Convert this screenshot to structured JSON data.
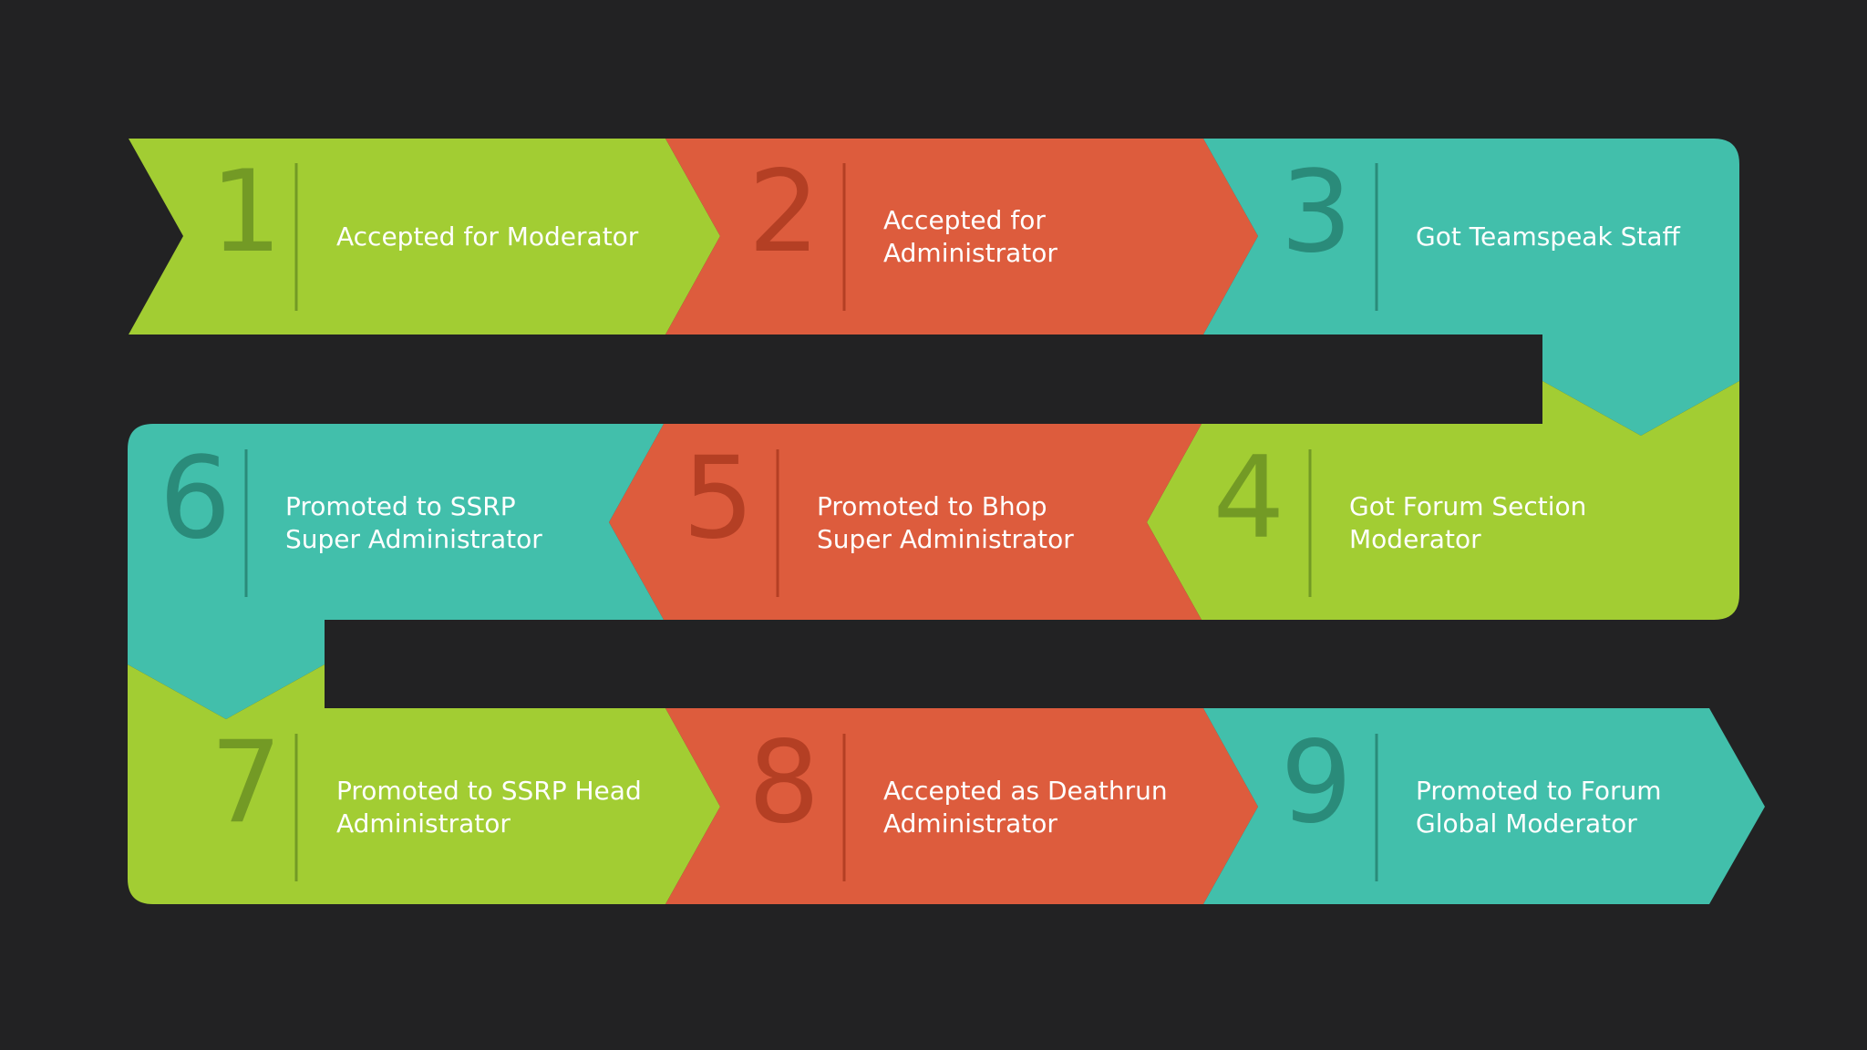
{
  "colors": {
    "background": "#222223",
    "green": "#a2cd33",
    "orange": "#dd5c3d",
    "teal": "#42bfab",
    "green_dark": "#739a25",
    "orange_dark": "#b43f24",
    "teal_dark": "#2a8b7a"
  },
  "steps": [
    {
      "number": "1",
      "lines": [
        "Accepted for Moderator"
      ],
      "color": "green"
    },
    {
      "number": "2",
      "lines": [
        "Accepted for",
        "Administrator"
      ],
      "color": "orange"
    },
    {
      "number": "3",
      "lines": [
        "Got Teamspeak Staff"
      ],
      "color": "teal"
    },
    {
      "number": "4",
      "lines": [
        "Got Forum Section",
        "Moderator"
      ],
      "color": "green"
    },
    {
      "number": "5",
      "lines": [
        "Promoted to Bhop",
        "Super Administrator"
      ],
      "color": "orange"
    },
    {
      "number": "6",
      "lines": [
        "Promoted to SSRP",
        "Super Administrator"
      ],
      "color": "teal"
    },
    {
      "number": "7",
      "lines": [
        "Promoted to SSRP Head",
        "Administrator"
      ],
      "color": "green"
    },
    {
      "number": "8",
      "lines": [
        "Accepted as Deathrun",
        "Administrator"
      ],
      "color": "orange"
    },
    {
      "number": "9",
      "lines": [
        "Promoted to Forum",
        "Global Moderator"
      ],
      "color": "teal"
    }
  ]
}
